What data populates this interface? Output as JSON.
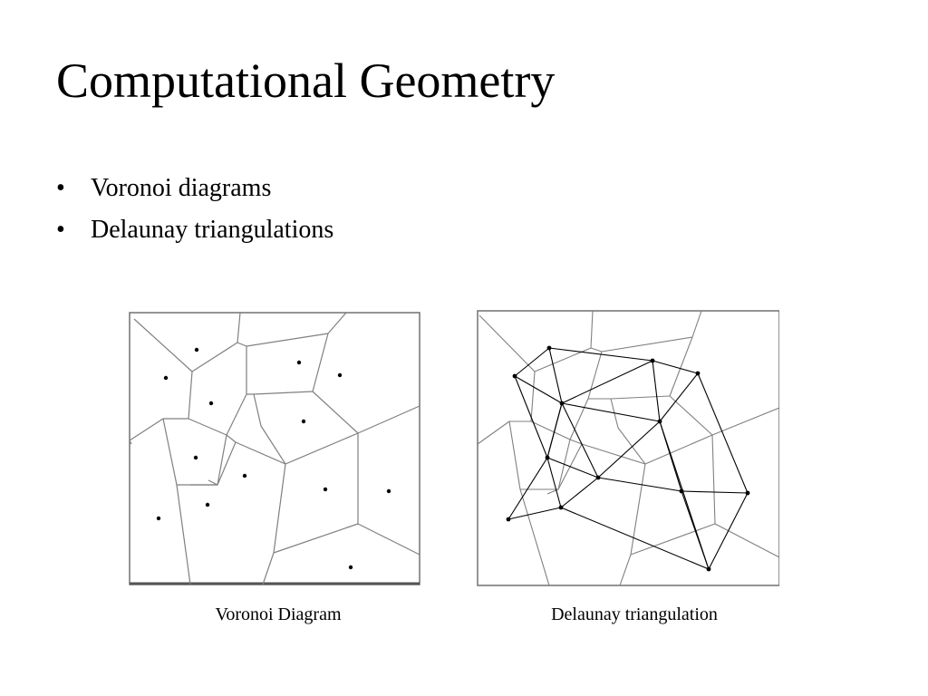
{
  "slide": {
    "title": "Computational Geometry",
    "bullet_char": "•",
    "bullets": [
      "Voronoi diagrams",
      "Delaunay triangulations"
    ]
  },
  "figures": [
    {
      "caption": "Voronoi Diagram"
    },
    {
      "caption": "Delaunay triangulation"
    }
  ],
  "colors": {
    "text": "#000000",
    "edge": "#808080",
    "frame": "#707070",
    "triangle_edge": "#000000",
    "site": "#000000"
  }
}
